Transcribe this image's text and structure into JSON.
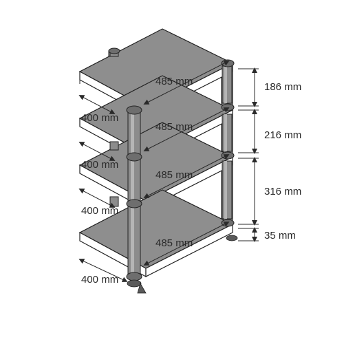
{
  "dimensions": {
    "width_label": "485 mm",
    "depth_label": "400 mm",
    "heights": [
      "186 mm",
      "216 mm",
      "316 mm",
      "35 mm"
    ]
  },
  "shelf_count": 4,
  "colors": {
    "shelf": "#8e8e8e",
    "post": "#8c8c8c",
    "line": "#2a2a2a"
  }
}
